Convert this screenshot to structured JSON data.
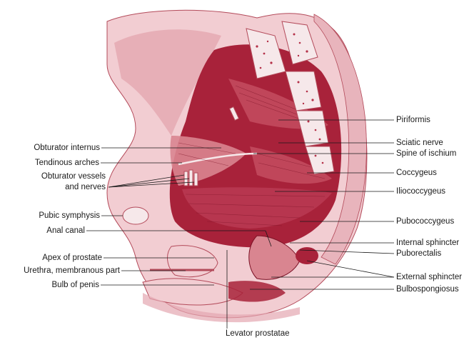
{
  "figure": {
    "colors": {
      "tissue_light": "#f2cdd2",
      "tissue_mid": "#d98590",
      "muscle_dark": "#a8223a",
      "muscle_deep": "#7c1226",
      "bone": "#f6e8ea",
      "bone_marrow": "#b43048",
      "line": "#1a1a1a"
    },
    "labels": {
      "left": {
        "obturator_internus": "Obturator internus",
        "tendinous_arches": "Tendinous arches",
        "obturator_vessels_1": "Obturator vessels",
        "obturator_vessels_2": "and nerves",
        "pubic_symphysis": "Pubic symphysis",
        "anal_canal": "Anal canal",
        "apex_of_prostate": "Apex of prostate",
        "urethra_membranous": "Urethra, membranous part",
        "bulb_of_penis": "Bulb of penis"
      },
      "bottom": {
        "levator_prostatae": "Levator prostatae"
      },
      "right": {
        "piriformis": "Piriformis",
        "sciatic_nerve": "Sciatic nerve",
        "spine_of_ischium": "Spine of ischium",
        "coccygeus": "Coccygeus",
        "iliococcygeus": "Iliococcygeus",
        "pubococcygeus": "Pubococcygeus",
        "internal_sphincter": "Internal sphincter",
        "puborectalis": "Puborectalis",
        "external_sphincter": "External sphincter",
        "bulbospongiosus": "Bulbospongiosus"
      }
    }
  }
}
